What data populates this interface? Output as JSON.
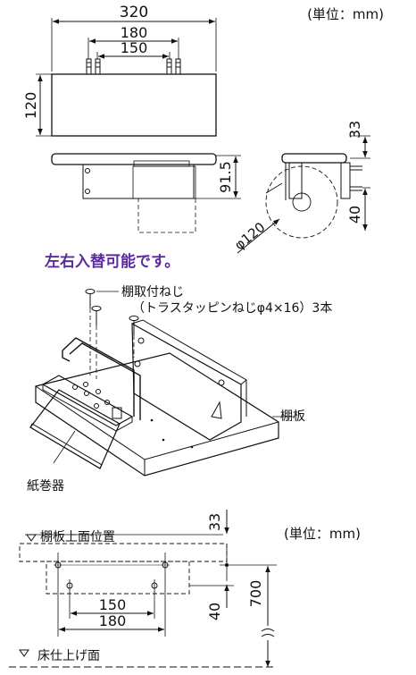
{
  "top": {
    "unit_label": "(単位：mm)",
    "dim_width": "320",
    "dim_screw_outer": "180",
    "dim_screw_inner": "150",
    "dim_height": "120",
    "dim_side_offset": "91.5",
    "dim_roll_top": "33",
    "dim_roll_gap": "40",
    "dim_roll_diameter": "φ120",
    "note_reversible": "左右入替可能です。",
    "accent_color": "#5a2ca0"
  },
  "assembly": {
    "screw_label": "棚取付ねじ",
    "screw_spec": "（トラスタッピンねじφ4×16）3本",
    "shelf_label": "棚板",
    "holder_label": "紙巻器"
  },
  "bottom": {
    "unit_label": "(単位：mm)",
    "shelf_top_label": "棚板上面位置",
    "floor_label": "床仕上げ面",
    "dim_top": "33",
    "dim_700": "700",
    "dim_40": "40",
    "dim_150": "150",
    "dim_180": "180"
  }
}
